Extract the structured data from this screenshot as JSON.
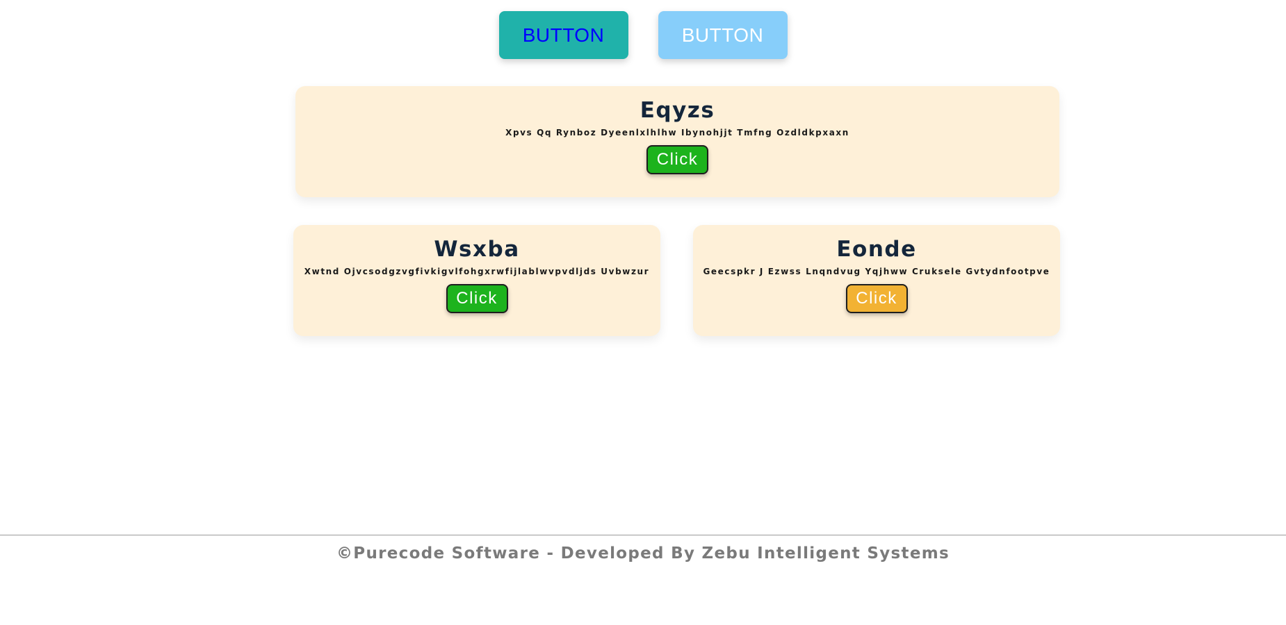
{
  "top_buttons": {
    "primary_label": "BUTTON",
    "secondary_label": "BUTTON"
  },
  "cards": [
    {
      "title": "Eqyzs",
      "subtitle": "Xpvs Qq Rynboz Dyeenlxlhlhw Ibynohjjt Tmfng Ozdldkpxaxn",
      "button_label": "Click"
    },
    {
      "title": "Wsxba",
      "subtitle": "Xwtnd Ojvcsodgzvgfivkigvlfohgxrwfijlablwvpvdljds Uvbwzur",
      "button_label": "Click"
    },
    {
      "title": "Eonde",
      "subtitle": "Geecspkr J Ezwss Lnqndvug Yqjhww Cruksele Gvtydnfootpve",
      "button_label": "Click"
    }
  ],
  "footer": {
    "text": "©Purecode Software - Developed By Zebu Intelligent Systems"
  },
  "colors": {
    "primary_button_bg": "#20b2aa",
    "primary_button_text": "#0000ff",
    "secondary_button_bg": "#87cefa",
    "card_bg": "#fef0d8",
    "click_green": "#1db31d",
    "click_orange": "#f2b233"
  }
}
